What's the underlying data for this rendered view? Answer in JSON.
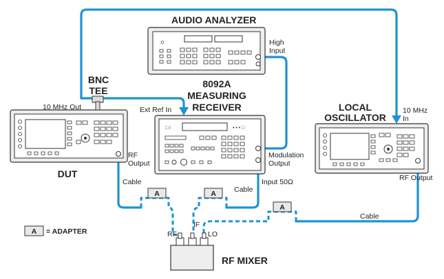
{
  "colors": {
    "cable": "#1d93d2",
    "instrument_fill": "#eeeeee",
    "outline": "#333333"
  },
  "instruments": {
    "audio_analyzer": "AUDIO ANALYZER",
    "measuring_receiver_line1": "8092A",
    "measuring_receiver_line2": "MEASURING",
    "measuring_receiver_line3": "RECEIVER",
    "dut": "DUT",
    "local_osc_line1": "LOCAL",
    "local_osc_line2": "OSCILLATOR",
    "rf_mixer": "RF MIXER",
    "bnc_tee_line1": "BNC",
    "bnc_tee_line2": "TEE"
  },
  "labels": {
    "high_input_1": "High",
    "high_input_2": "Input",
    "ten_mhz_out": "10 MHz Out",
    "ext_ref_in": "Ext Ref In",
    "ten_mhz_in_1": "10 MHz",
    "ten_mhz_in_2": "In",
    "rf_output_dut_1": "RF",
    "rf_output_dut_2": "Output",
    "modulation_output_1": "Modulation",
    "modulation_output_2": "Output",
    "input_50": "Input 50Ω",
    "rf_output_lo": "RF Output",
    "cable_dut": "Cable",
    "cable_rx": "Cable",
    "cable_lo": "Cable",
    "mixer_rf": "RF",
    "mixer_if": "IF",
    "mixer_lo": "LO",
    "adapter_a": "A",
    "legend_text": "= ADAPTER"
  }
}
